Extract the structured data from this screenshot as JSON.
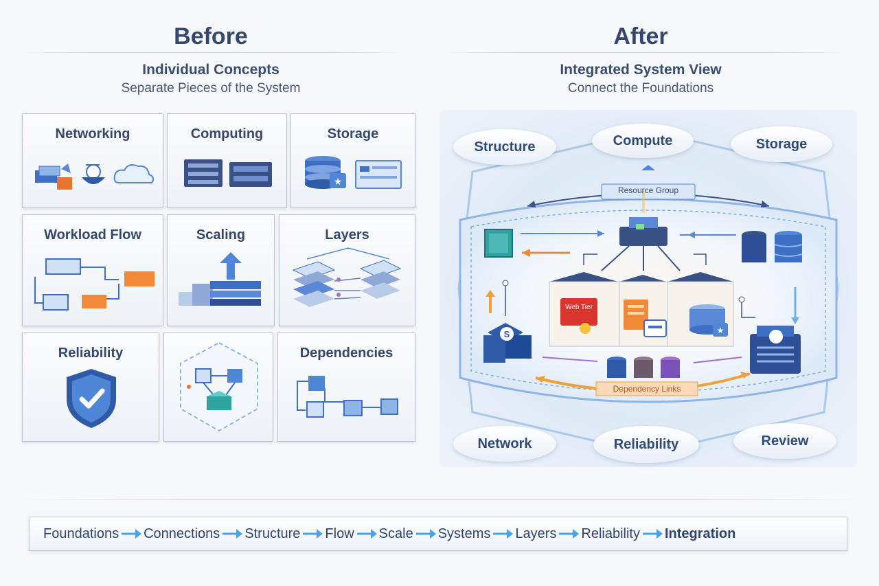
{
  "before": {
    "title": "Before",
    "subtitle": "Individual Concepts",
    "caption": "Separate Pieces of the System",
    "cards": [
      {
        "label": "Networking"
      },
      {
        "label": "Computing"
      },
      {
        "label": "Storage"
      },
      {
        "label": "Workload Flow"
      },
      {
        "label": "Scaling"
      },
      {
        "label": "Layers"
      },
      {
        "label": "Reliability"
      },
      {
        "label": ""
      },
      {
        "label": "Dependencies"
      }
    ]
  },
  "after": {
    "title": "After",
    "subtitle": "Integrated System View",
    "caption": "Connect the Foundations",
    "pills": {
      "structure": "Structure",
      "compute": "Compute",
      "storage": "Storage",
      "network": "Network",
      "reliability": "Reliability",
      "review": "Review"
    },
    "resource_group": "Resource Group",
    "dependency_links": "Dependency Links",
    "web_tier": "Web Tier"
  },
  "progression": [
    "Foundations",
    "Connections",
    "Structure",
    "Flow",
    "Scale",
    "Systems",
    "Layers",
    "Reliability",
    "Integration"
  ],
  "colors": {
    "accent_blue": "#3f6fc4",
    "accent_orange": "#f08a3a",
    "arrow_blue": "#4aa3e6"
  }
}
